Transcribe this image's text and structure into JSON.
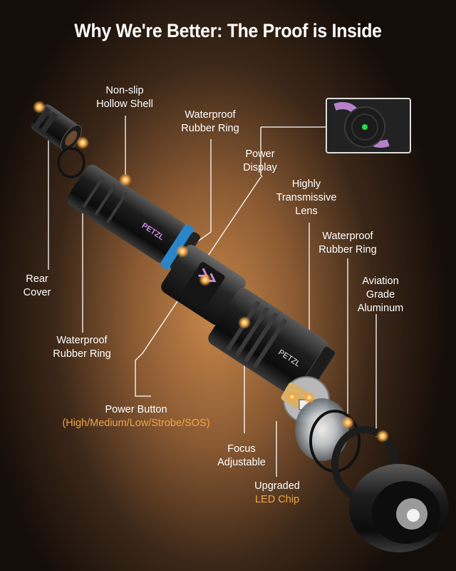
{
  "title": "Why We're Better: The Proof is Inside",
  "labels": {
    "non_slip": [
      "Non-slip",
      "Hollow Shell"
    ],
    "waterproof_ring_top": [
      "Waterproof",
      "Rubber Ring"
    ],
    "power_display": [
      "Power",
      "Display"
    ],
    "lens": [
      "Highly",
      "Transmissive",
      "Lens"
    ],
    "waterproof_ring_right": [
      "Waterproof",
      "Rubber Ring"
    ],
    "aviation": [
      "Aviation",
      "Grade",
      "Aluminum"
    ],
    "rear_cover": [
      "Rear",
      "Cover"
    ],
    "waterproof_ring_left": [
      "Waterproof",
      "Rubber Ring"
    ],
    "power_button": [
      "Power Button",
      "(High/Medium/Low/Strobe/SOS)"
    ],
    "focus": [
      "Focus",
      "Adjustable"
    ],
    "led": [
      "Upgraded",
      "LED Chip"
    ]
  },
  "body_text": "PETZL",
  "head_text": "PETZL",
  "colors": {
    "accent_orange": "#f0a54a",
    "ring_blue": "#2a86c8",
    "led_green": "#22dd44",
    "display_purple": "#c78bdc"
  },
  "icons": [
    "power-display-icon",
    "led-chip-icon"
  ]
}
